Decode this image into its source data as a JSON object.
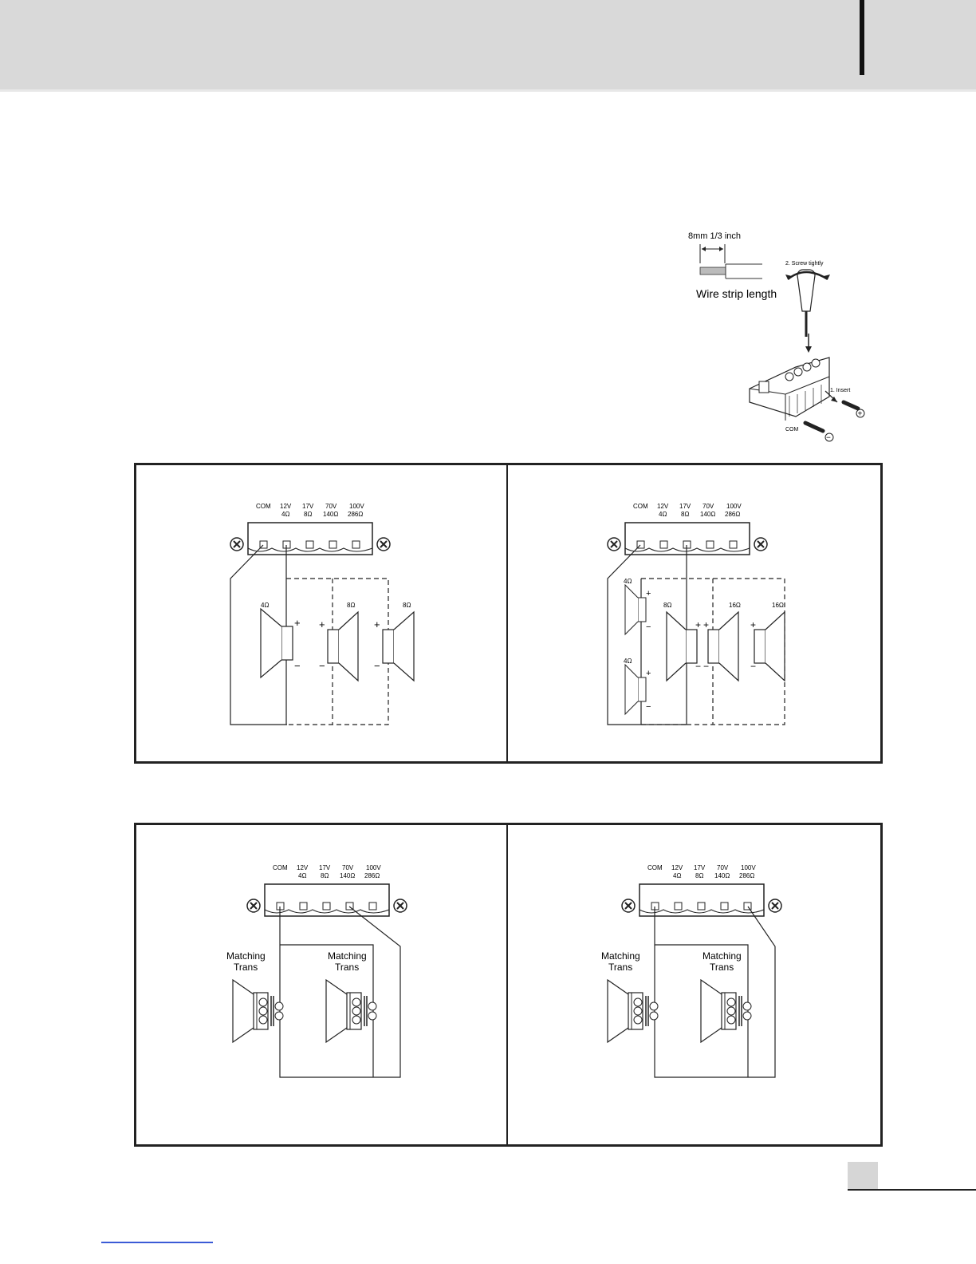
{
  "install": {
    "strip_measure": "8mm  1/3 inch",
    "strip_caption": "Wire strip length",
    "step_screw": "2. Screw tightly",
    "step_insert": "1. Insert",
    "com_label": "COM"
  },
  "terminal_labels": {
    "com": "COM",
    "t12_top": "12V",
    "t12_bot": "4Ω",
    "t17_top": "17V",
    "t17_bot": "8Ω",
    "t70_top": "70V",
    "t70_bot": "140Ω",
    "t100_top": "100V",
    "t100_bot": "286Ω"
  },
  "low_impedance_left": {
    "speaker_a": "4Ω",
    "speaker_b": "8Ω",
    "speaker_c": "8Ω"
  },
  "low_impedance_right": {
    "speaker_a": "4Ω",
    "speaker_b": "4Ω",
    "speaker_c": "8Ω",
    "speaker_d": "16Ω",
    "speaker_e": "16Ω"
  },
  "transformer_label_line1": "Matching",
  "transformer_label_line2": "Trans",
  "polarity": {
    "plus": "+",
    "minus": "−"
  }
}
